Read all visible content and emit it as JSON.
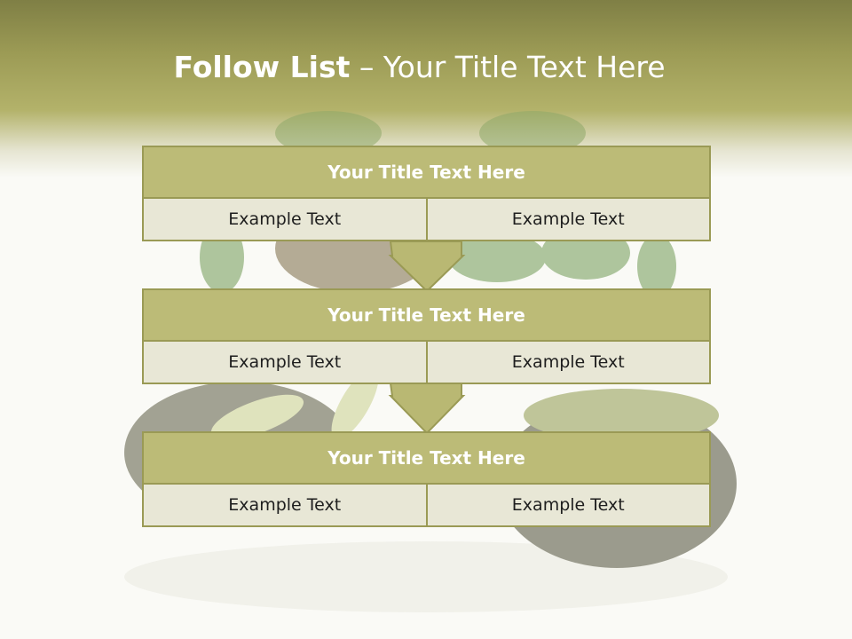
{
  "title": {
    "bold": "Follow List",
    "rest": " – Your Title Text Here"
  },
  "blocks": [
    {
      "title": "Your Title Text Here",
      "cells": [
        "Example Text",
        "Example Text"
      ]
    },
    {
      "title": "Your Title Text Here",
      "cells": [
        "Example Text",
        "Example Text"
      ]
    },
    {
      "title": "Your Title Text Here",
      "cells": [
        "Example Text",
        "Example Text"
      ]
    }
  ],
  "colors": {
    "header_band": "#9c9b55",
    "block_title_fill": "#bcbb77",
    "block_cell_fill": "#e5e4d2",
    "border": "#9a9a55",
    "arrow": "#b9b873"
  },
  "icons": [
    "down-arrow-icon"
  ]
}
